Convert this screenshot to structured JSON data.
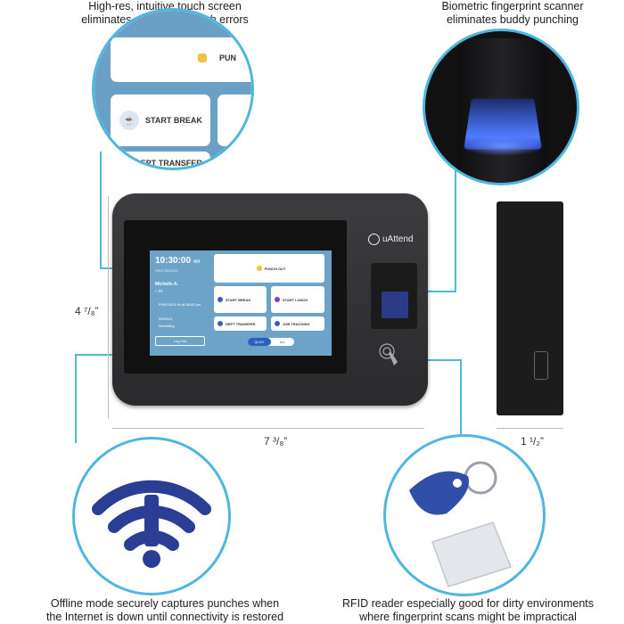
{
  "captions": {
    "touch_screen": [
      "High-res, intuitive touch screen",
      "eliminates employee punch errors"
    ],
    "fingerprint": [
      "Biometric fingerprint scanner",
      "eliminates buddy punching"
    ],
    "offline": [
      "Offline mode securely captures punches when",
      "the Internet is down until connectivity is restored"
    ],
    "rfid": [
      "RFID reader especially good for dirty environments",
      "where fingerprint scans might be impractical"
    ]
  },
  "dimensions": {
    "height": "4 ⁷/₈”",
    "width": "7 ³/₈”",
    "depth": "1 ¹/₂”"
  },
  "brand": "uAttend",
  "zoom_screen": {
    "start_break": "START BREAK",
    "dept_transfer": "DEPT TRANSFER",
    "punch_partial": "PUN"
  },
  "device_screen": {
    "time": "10:30:00",
    "ampm": "AM",
    "date": "WED 05/02/21",
    "name": "Michelle A.",
    "status": "IN",
    "punched": "PUNCHED IN at 08:00 pm",
    "date2": "05/02/21",
    "dept": "Marketing",
    "logout": "Log Out",
    "punch_out": "PUNCH OUT",
    "start_break": "START BREAK",
    "start_lunch": "START LUNCH",
    "dept_transfer": "DEPT TRANSFER",
    "job_tracking": "JOB TRACKING",
    "toggle_quick": "QUICK",
    "toggle_all": "ALL"
  },
  "colors": {
    "accent": "#4fb6dd",
    "wifi": "#2b3e96"
  }
}
